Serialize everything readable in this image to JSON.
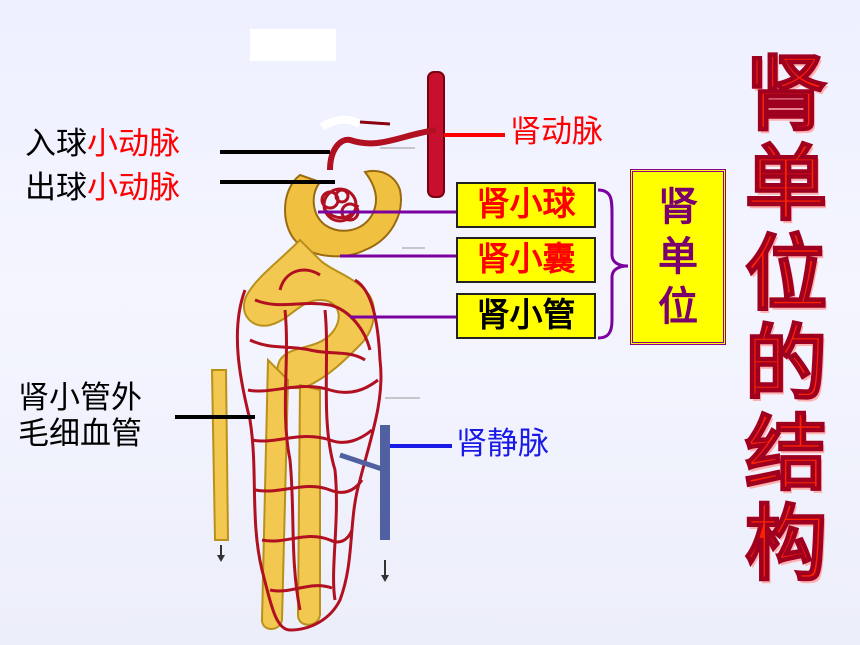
{
  "labels": {
    "afferent_prefix": "入球",
    "afferent_suffix": "小动脉",
    "efferent_prefix": "出球",
    "efferent_suffix": "小动脉",
    "renal_artery": "肾动脉",
    "renal_vein": "肾静脉",
    "peritubular_line1": "肾小管外",
    "peritubular_line2": "毛细血管"
  },
  "parts": {
    "glomerulus": "肾小球",
    "capsule": "肾小囊",
    "tubule": "肾小管"
  },
  "nephron_label": [
    "肾",
    "单",
    "位"
  ],
  "title_chars": [
    "肾",
    "单",
    "位",
    "的",
    "结",
    "构"
  ],
  "colors": {
    "artery_red": "#ff0000",
    "vein_blue": "#1a1ae6",
    "highlight_yellow": "#ffff00",
    "bracket_purple": "#7a00a0",
    "title_red": "#ff2200"
  }
}
